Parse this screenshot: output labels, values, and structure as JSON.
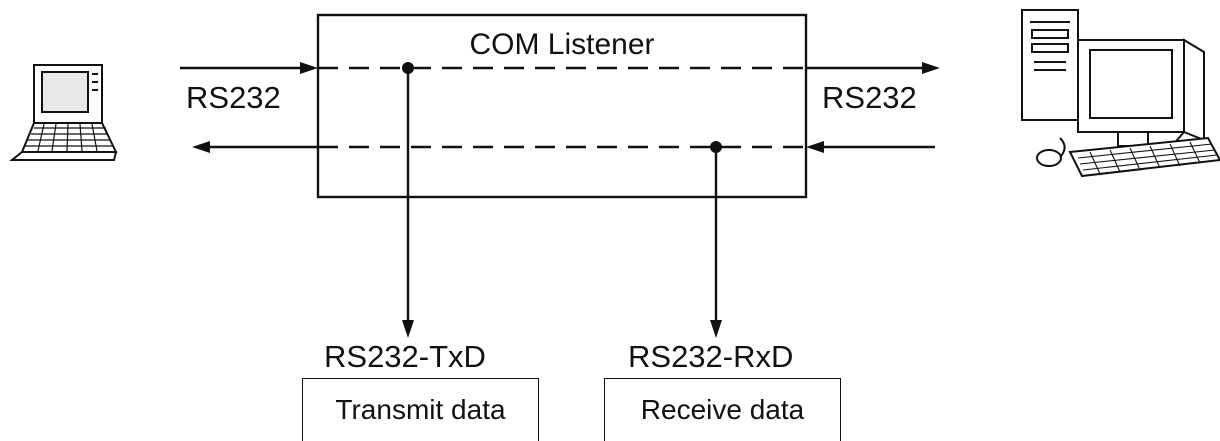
{
  "diagram": {
    "title": "COM Listener",
    "left_port_label": "RS232",
    "right_port_label": "RS232",
    "tx_channel": {
      "label": "RS232-TxD",
      "box_text": "Transmit data"
    },
    "rx_channel": {
      "label": "RS232-RxD",
      "box_text": "Receive data"
    }
  },
  "icons": {
    "left_device": "laptop-icon",
    "right_device": "desktop-computer-icon"
  }
}
